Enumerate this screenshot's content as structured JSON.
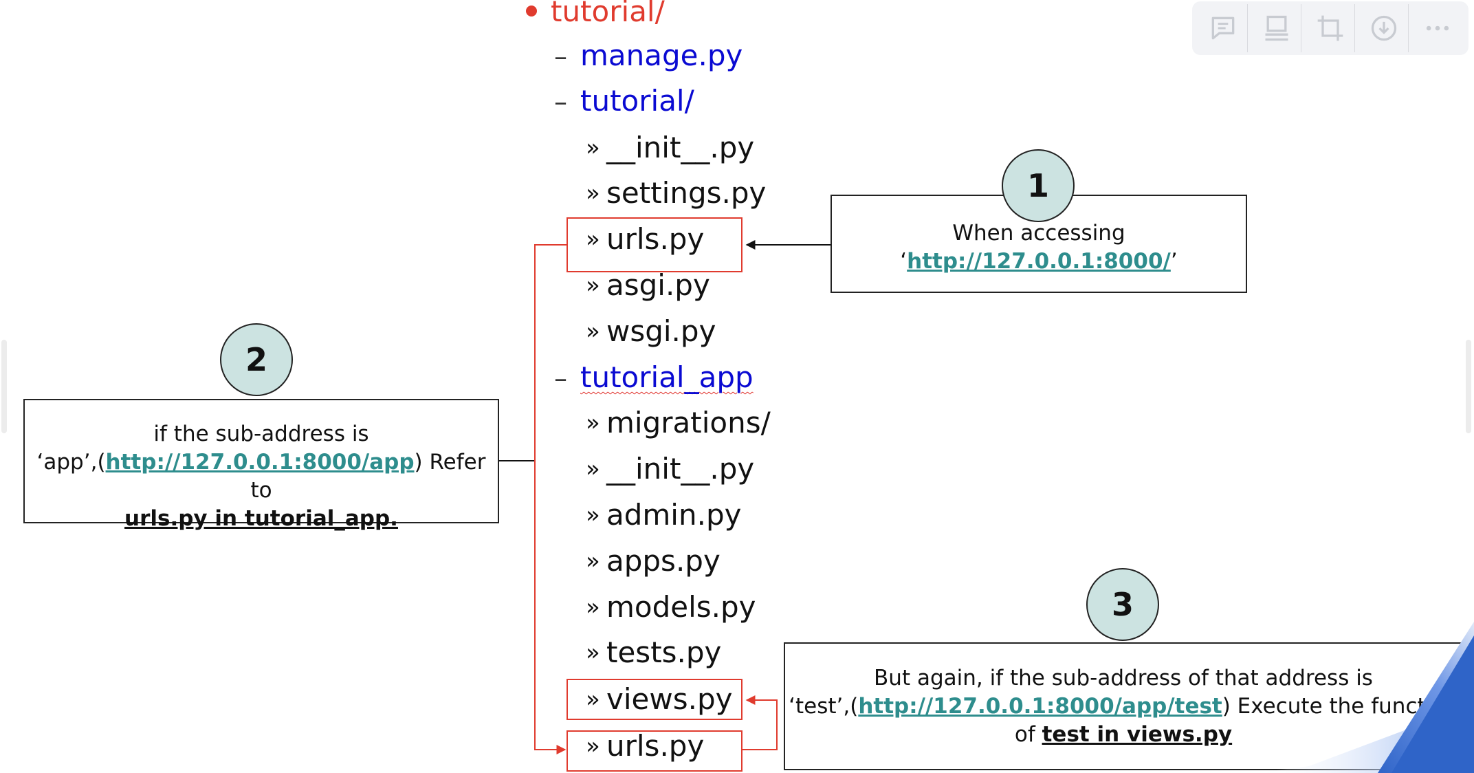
{
  "tree": {
    "root": {
      "label": "tutorial/"
    },
    "manage": {
      "label": "manage.py"
    },
    "project": {
      "label": "tutorial/"
    },
    "project_files": [
      {
        "label": "__init__.py"
      },
      {
        "label": "settings.py"
      },
      {
        "label": "urls.py"
      },
      {
        "label": "asgi.py"
      },
      {
        "label": "wsgi.py"
      }
    ],
    "app": {
      "label": "tutorial_app"
    },
    "app_files": [
      {
        "label": "migrations/"
      },
      {
        "label": "__init__.py"
      },
      {
        "label": "admin.py"
      },
      {
        "label": "apps.py"
      },
      {
        "label": "models.py"
      },
      {
        "label": "tests.py"
      },
      {
        "label": "views.py"
      },
      {
        "label": "urls.py"
      }
    ],
    "dash": "–",
    "chevron": "»"
  },
  "callouts": {
    "one": {
      "number": "1",
      "line1": "When accessing",
      "quote_open": "‘",
      "link": "http://127.0.0.1:8000/",
      "quote_close": "’"
    },
    "two": {
      "number": "2",
      "line1": "if the sub-address is",
      "prefix": "‘app’,(",
      "link": "http://127.0.0.1:8000/app",
      "suffix": ") Refer to",
      "ref": "urls.py in tutorial_app."
    },
    "three": {
      "number": "3",
      "line1": "But again, if the sub-address of that address is",
      "prefix": "‘test’,(",
      "link": "http://127.0.0.1:8000/app/test",
      "suffix": ") Execute the function",
      "line3_prefix": "of ",
      "ref": "test in views.py"
    }
  },
  "toolbar": [
    {
      "name": "comment-icon"
    },
    {
      "name": "presentation-icon"
    },
    {
      "name": "crop-icon"
    },
    {
      "name": "download-icon"
    },
    {
      "name": "more-icon"
    }
  ],
  "colors": {
    "folder_red": "#e03b2e",
    "folder_blue": "#0a0ad2",
    "link_teal": "#2e8d8d",
    "badge_fill": "#cce3e1",
    "corner_blue": "#2f64c8"
  }
}
